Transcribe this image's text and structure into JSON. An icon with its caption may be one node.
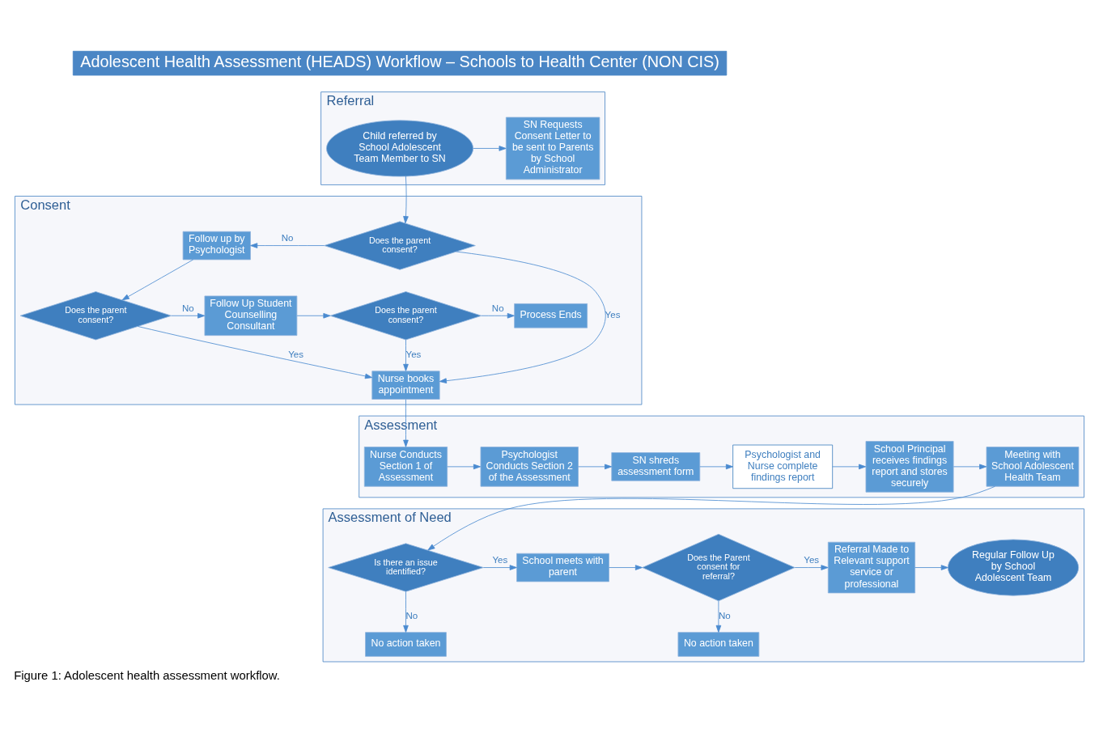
{
  "diagram": {
    "title": "Adolescent Health Assessment (HEADS) Workflow – Schools to Health Center (NON CIS)",
    "caption": "Figure 1: Adolescent health assessment workflow.",
    "nodes": [
      {
        "text": [
          "Referral"
        ]
      },
      {
        "text": [
          "Child referred by School Adolescent Team Member to SN"
        ],
        "in": 0
      },
      {
        "text": [
          "SN Requests Consent Letter to be sent to Parents by School Administrator"
        ],
        "in": 0
      },
      {
        "text": [
          "Consent"
        ]
      },
      {
        "text": [
          "Does the parent consent?"
        ],
        "in": 3
      },
      {
        "text": [
          "Follow up by Psychologist"
        ],
        "in": 3
      },
      {
        "text": [
          "Does the parent consent?"
        ],
        "in": 3
      },
      {
        "text": [
          "Follow Up Student Counselling Consultant"
        ],
        "in": 3
      },
      {
        "text": [
          "Does the parent consent?"
        ],
        "in": 3
      },
      {
        "text": [
          "Process Ends"
        ],
        "in": 3
      },
      {
        "text": [
          "Nurse books appointment"
        ],
        "in": 3
      },
      {
        "text": [
          "Assessment"
        ]
      },
      {
        "text": [
          "Nurse Conducts Section 1 of Assessment"
        ],
        "in": 11
      },
      {
        "text": [
          "Psychologist Conducts Section 2 of the Assessment"
        ],
        "in": 11
      },
      {
        "text": [
          "SN shreds assessment form"
        ],
        "in": 11
      },
      {
        "text": [
          "Psychologist and Nurse complete findings report"
        ],
        "in": 11
      },
      {
        "text": [
          "School Principal receives findings report and stores securely"
        ],
        "in": 11
      },
      {
        "text": [
          "Meeting with School Adolescent Health Team"
        ],
        "in": 11
      },
      {
        "text": [
          "Assessment of Need"
        ]
      },
      {
        "text": [
          "Is there an issue identified?"
        ],
        "in": 18
      },
      {
        "text": [
          "No action taken"
        ],
        "in": 18
      },
      {
        "text": [
          "School meets with parent"
        ],
        "in": 18
      },
      {
        "text": [
          "Does the Parent consent for referral?"
        ],
        "in": 18
      },
      {
        "text": [
          "No action taken"
        ],
        "in": 18
      },
      {
        "text": [
          "Referral Made to Relevant support service or professional"
        ],
        "in": 18
      },
      {
        "text": [
          "Regular Follow Up by School Adolescent Team"
        ],
        "in": 18
      }
    ],
    "edges": [
      {
        "from": 1,
        "to": 2,
        "arrow": "to"
      },
      {
        "from": 1,
        "to": 4,
        "arrow": "to"
      },
      {
        "from": 4,
        "to": 5,
        "arrow": "to",
        "label": "No"
      },
      {
        "from": 4,
        "to": 10,
        "arrow": "to",
        "label": "Yes"
      },
      {
        "from": 5,
        "to": 6,
        "arrow": "to"
      },
      {
        "from": 6,
        "to": 7,
        "arrow": "to",
        "label": "No"
      },
      {
        "from": 6,
        "to": 10,
        "arrow": "to",
        "label": "Yes"
      },
      {
        "from": 7,
        "to": 8,
        "arrow": "to"
      },
      {
        "from": 8,
        "to": 9,
        "arrow": "to",
        "label": "No"
      },
      {
        "from": 8,
        "to": 10,
        "arrow": "to",
        "label": "Yes"
      },
      {
        "from": 10,
        "to": 12,
        "arrow": "to"
      },
      {
        "from": 12,
        "to": 13,
        "arrow": "to"
      },
      {
        "from": 13,
        "to": 14,
        "arrow": "to"
      },
      {
        "from": 14,
        "to": 15,
        "arrow": "to"
      },
      {
        "from": 15,
        "to": 16,
        "arrow": "to"
      },
      {
        "from": 16,
        "to": 17,
        "arrow": "to"
      },
      {
        "from": 17,
        "to": 19,
        "arrow": "to"
      },
      {
        "from": 19,
        "to": 20,
        "arrow": "to",
        "label": "No"
      },
      {
        "from": 19,
        "to": 21,
        "arrow": "to",
        "label": "Yes"
      },
      {
        "from": 21,
        "to": 22,
        "arrow": "to"
      },
      {
        "from": 22,
        "to": 23,
        "arrow": "to",
        "label": "No"
      },
      {
        "from": 22,
        "to": 24,
        "arrow": "to",
        "label": "Yes"
      },
      {
        "from": 24,
        "to": 25,
        "arrow": "to"
      }
    ]
  }
}
